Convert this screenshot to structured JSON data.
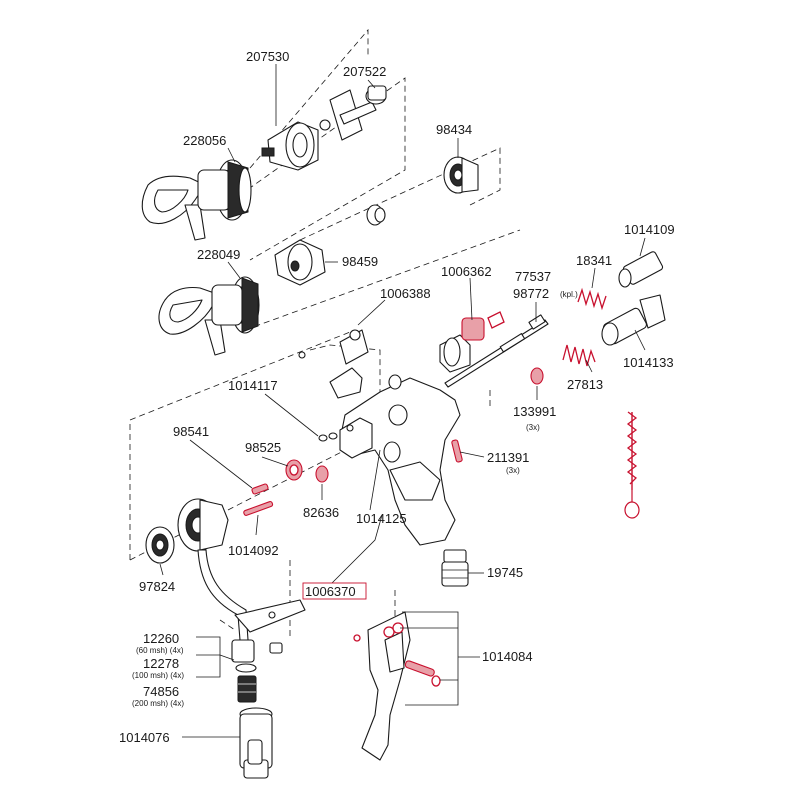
{
  "labels": {
    "p207530": "207530",
    "p207522": "207522",
    "p228056": "228056",
    "p98434": "98434",
    "p1014109": "1014109",
    "p228049": "228049",
    "p98459": "98459",
    "p1006362": "1006362",
    "p77537": "77537",
    "p18341": "18341",
    "p98772": "98772",
    "p98772_note": "(kpl.)",
    "p1006388": "1006388",
    "p1014133": "1014133",
    "p1014117": "1014117",
    "p27813": "27813",
    "p133991": "133991",
    "p133991_qty": "(3x)",
    "p98541": "98541",
    "p98525": "98525",
    "p211391": "211391",
    "p211391_qty": "(3x)",
    "p82636": "82636",
    "p1014125": "1014125",
    "p1014092": "1014092",
    "p97824": "97824",
    "p19745": "19745",
    "p1006370": "1006370",
    "p12260": "12260",
    "p12260_note": "(60 msh) (4x)",
    "p12278": "12278",
    "p12278_note": "(100 msh) (4x)",
    "p74856": "74856",
    "p74856_note": "(200 msh) (4x)",
    "p1014084": "1014084",
    "p1014076": "1014076"
  },
  "colors": {
    "line": "#1a1a1a",
    "highlight_red": "#c8102e"
  }
}
